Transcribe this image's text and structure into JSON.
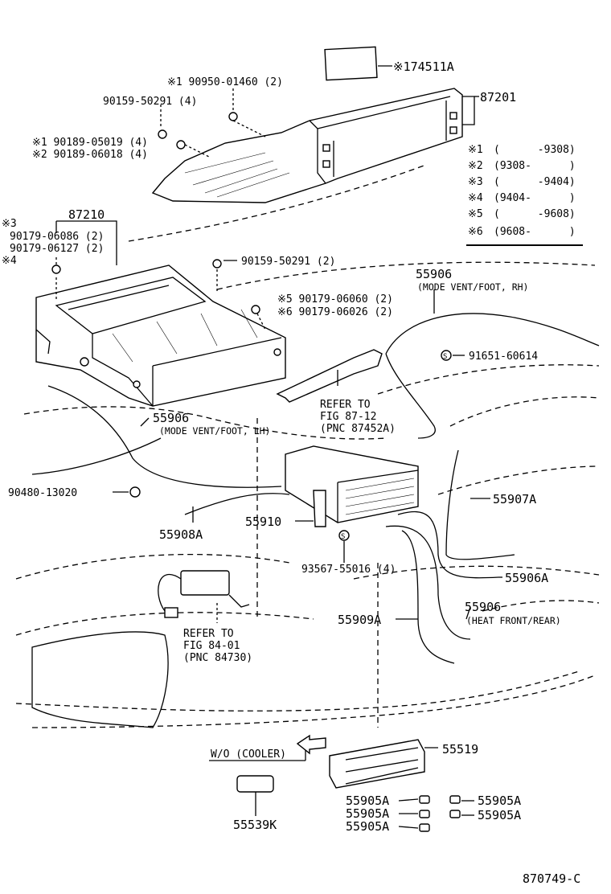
{
  "labels": {
    "p174511a": "※174511A",
    "p87201": "87201",
    "s1_bolt": "※1 90950-01460 (2)",
    "b9015950291_top": "90159-50291 (4)",
    "s1_clip": "※1 90189-05019 (4)",
    "s2_clip": "※2 90189-06018 (4)",
    "p87210": "87210",
    "s3": "※3",
    "s4": "※4",
    "n9017906086": "90179-06086 (2)",
    "n9017906127": "90179-06127 (2)",
    "b9015950291_mid": "90159-50291 (2)",
    "s5_nut": "※5 90179-06060 (2)",
    "s6_nut": "※6 90179-06026 (2)",
    "p55906_rh": "55906",
    "p55906_rh_note": "(MODE VENT/FOOT, RH)",
    "p9165160614": "91651-60614",
    "refer1_a": "REFER TO",
    "refer1_b": "FIG 87-12",
    "refer1_c": "(PNC  87452A)",
    "p55906_lh": "55906",
    "p55906_lh_note": "(MODE VENT/FOOT, LH)",
    "p9048013020": "90480-13020",
    "p55907a": "55907A",
    "p55910": "55910",
    "p55908a": "55908A",
    "p9356755016": "93567-55016 (4)",
    "p55906a": "55906A",
    "p55906_heat": "55906",
    "p55906_heat_note": "(HEAT FRONT/REAR)",
    "p55909a": "55909A",
    "refer2_a": "REFER TO",
    "refer2_b": "FIG 84-01",
    "refer2_c": "(PNC  84730)",
    "wo_cooler": "W/O (COOLER)",
    "p55519": "55519",
    "p55539k": "55539K",
    "p55905a_1": "55905A",
    "p55905a_2": "55905A",
    "p55905a_3": "55905A",
    "p55905a_4": "55905A",
    "p55905a_5": "55905A",
    "diagram_code": "870749-C"
  },
  "legend": [
    {
      "mark": "※1",
      "range": "(      -9308)"
    },
    {
      "mark": "※2",
      "range": "(9308-      )"
    },
    {
      "mark": "※3",
      "range": "(      -9404)"
    },
    {
      "mark": "※4",
      "range": "(9404-      )"
    },
    {
      "mark": "※5",
      "range": "(      -9608)"
    },
    {
      "mark": "※6",
      "range": "(9608-      )"
    }
  ]
}
